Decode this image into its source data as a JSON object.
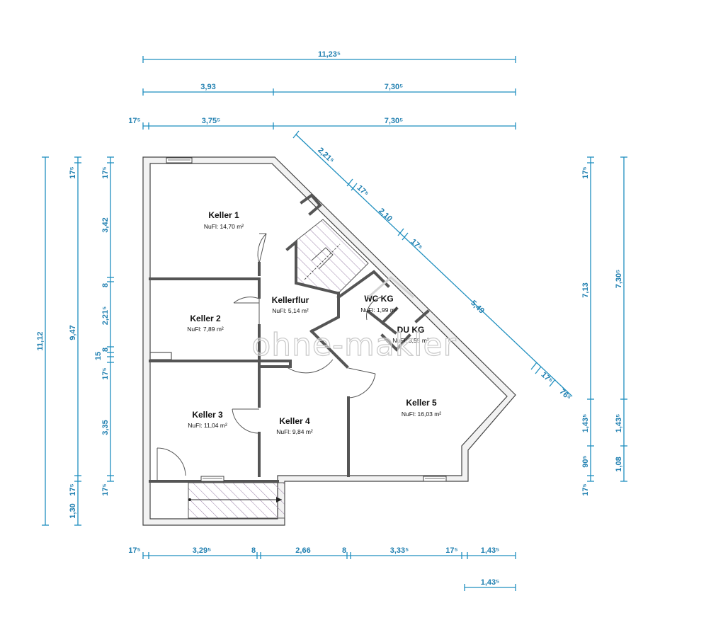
{
  "rooms": [
    {
      "name": "Keller 1",
      "area": "NuFl: 14,70 m²"
    },
    {
      "name": "Keller 2",
      "area": "NuFl: 7,89 m²"
    },
    {
      "name": "Kellerflur",
      "area": "NuFl: 5,14 m²"
    },
    {
      "name": "WC KG",
      "area": "NuFl: 1,99 m²"
    },
    {
      "name": "DU KG",
      "area": "NuFl: 3,55 m²"
    },
    {
      "name": "Keller 3",
      "area": "NuFl: 11,04 m²"
    },
    {
      "name": "Keller 4",
      "area": "NuFl: 9,84 m²"
    },
    {
      "name": "Keller 5",
      "area": "NuFl: 16,03 m²"
    }
  ],
  "dimensions": {
    "top_row1": [
      "11,23⁵"
    ],
    "top_row2": [
      "3,93",
      "7,30⁵"
    ],
    "top_row3": [
      "17⁵",
      "3,75⁵",
      "7,30⁵"
    ],
    "bottom_row1": [
      "17⁵",
      "3,29⁵",
      "8",
      "2,66",
      "8",
      "3,33⁵",
      "17⁵",
      "1,43⁵"
    ],
    "bottom_row2": [
      "1,43⁵"
    ],
    "left_outer": [
      "11,12"
    ],
    "left_mid": [
      "17⁵",
      "9,47",
      "1,30",
      "17⁵"
    ],
    "left_inner": [
      "17⁵",
      "3,42",
      "8",
      "2,21⁵",
      "15",
      "8",
      "17⁵",
      "3,35",
      "17⁵"
    ],
    "right_inner": [
      "17⁵",
      "7,13",
      "1,43⁵",
      "90⁵",
      "17⁵"
    ],
    "right_outer": [
      "7,30⁵",
      "1,43⁵",
      "1,08"
    ],
    "diagonal": [
      "2,21⁵",
      "17⁵",
      "2,10",
      "17⁵",
      "5,49",
      "17⁵",
      "76⁵"
    ]
  },
  "watermark": "ohne-makler"
}
